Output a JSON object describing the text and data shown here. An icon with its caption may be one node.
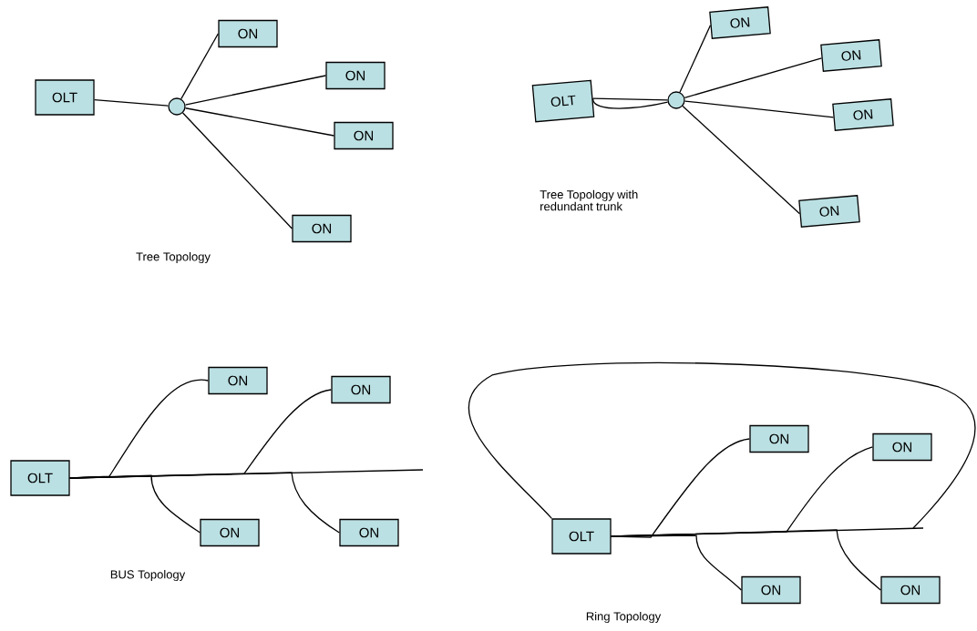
{
  "diagram": {
    "nodes": [
      {
        "text": [
          "OLT"
        ]
      },
      {
        "text": [],
        "shape": "circle"
      },
      {
        "text": [
          "ON"
        ]
      },
      {
        "text": [
          "ON"
        ]
      },
      {
        "text": [
          "ON"
        ]
      },
      {
        "text": [
          "ON"
        ]
      },
      {
        "text": [
          "OLT"
        ]
      },
      {
        "text": [],
        "shape": "circle"
      },
      {
        "text": [
          "ON"
        ]
      },
      {
        "text": [
          "ON"
        ]
      },
      {
        "text": [
          "ON"
        ]
      },
      {
        "text": [
          "ON"
        ]
      },
      {
        "text": [
          "OLT"
        ]
      },
      {
        "text": [
          "ON"
        ]
      },
      {
        "text": [
          "ON"
        ]
      },
      {
        "text": [
          "ON"
        ]
      },
      {
        "text": [
          "ON"
        ]
      },
      {
        "text": [
          "OLT"
        ]
      },
      {
        "text": [
          "ON"
        ]
      },
      {
        "text": [
          "ON"
        ]
      },
      {
        "text": [
          "ON"
        ]
      },
      {
        "text": [
          "ON"
        ]
      }
    ],
    "edges": [
      {
        "from": 0,
        "to": 1,
        "arrow": "none"
      },
      {
        "from": 1,
        "to": 2,
        "arrow": "none"
      },
      {
        "from": 1,
        "to": 3,
        "arrow": "none"
      },
      {
        "from": 1,
        "to": 4,
        "arrow": "none"
      },
      {
        "from": 1,
        "to": 5,
        "arrow": "none"
      },
      {
        "from": 6,
        "to": 7,
        "arrow": "none"
      },
      {
        "from": 6,
        "to": 7,
        "arrow": "none"
      },
      {
        "from": 7,
        "to": 8,
        "arrow": "none"
      },
      {
        "from": 7,
        "to": 9,
        "arrow": "none"
      },
      {
        "from": 7,
        "to": 10,
        "arrow": "none"
      },
      {
        "from": 7,
        "to": 11,
        "arrow": "none"
      },
      {
        "from": 12,
        "to": 13,
        "arrow": "none"
      },
      {
        "from": 12,
        "to": 14,
        "arrow": "none"
      },
      {
        "from": 12,
        "to": 15,
        "arrow": "none"
      },
      {
        "from": 12,
        "to": 16,
        "arrow": "none"
      },
      {
        "from": 12,
        "to": null,
        "arrow": "none"
      },
      {
        "from": 17,
        "to": 18,
        "arrow": "none"
      },
      {
        "from": 17,
        "to": 19,
        "arrow": "none"
      },
      {
        "from": 17,
        "to": 20,
        "arrow": "none"
      },
      {
        "from": 17,
        "to": 21,
        "arrow": "none"
      },
      {
        "from": 17,
        "to": null,
        "arrow": "none"
      },
      {
        "from": 17,
        "to": null,
        "arrow": "none"
      }
    ],
    "labels": [
      "Tree Topology",
      "Tree Topology with redundant trunk",
      "BUS Topology",
      "Ring Topology"
    ]
  }
}
